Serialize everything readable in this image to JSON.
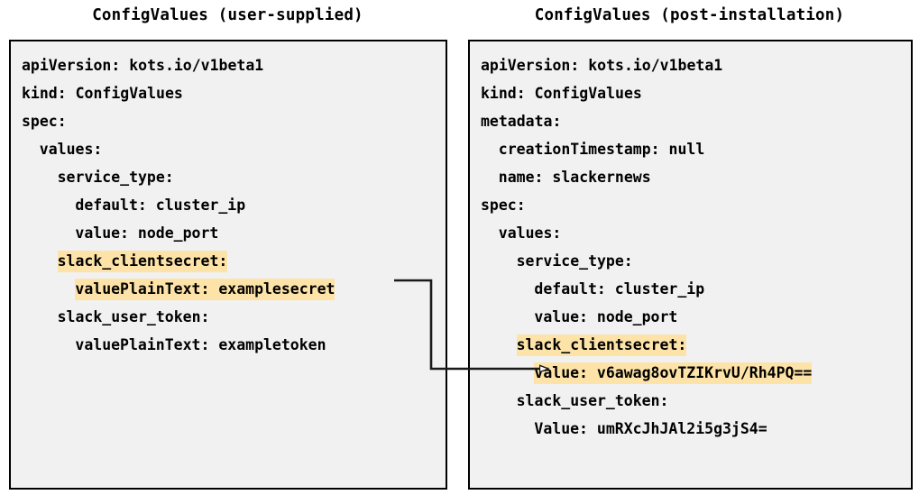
{
  "panels": [
    {
      "id": "user-supplied",
      "title": "ConfigValues (user-supplied)",
      "lines": [
        {
          "indent": 0,
          "text": "apiVersion: kots.io/v1beta1",
          "highlight": false
        },
        {
          "indent": 0,
          "text": "kind: ConfigValues",
          "highlight": false
        },
        {
          "indent": 0,
          "text": "spec:",
          "highlight": false
        },
        {
          "indent": 1,
          "text": "values:",
          "highlight": false
        },
        {
          "indent": 2,
          "text": "service_type:",
          "highlight": false
        },
        {
          "indent": 3,
          "text": "default: cluster_ip",
          "highlight": false
        },
        {
          "indent": 3,
          "text": "value: node_port",
          "highlight": false
        },
        {
          "indent": 2,
          "text": "slack_clientsecret:",
          "highlight": true
        },
        {
          "indent": 3,
          "text": "valuePlainText: examplesecret",
          "highlight": true
        },
        {
          "indent": 2,
          "text": "slack_user_token:",
          "highlight": false
        },
        {
          "indent": 3,
          "text": "valuePlainText: exampletoken",
          "highlight": false
        }
      ]
    },
    {
      "id": "post-installation",
      "title": "ConfigValues (post-installation)",
      "lines": [
        {
          "indent": 0,
          "text": "apiVersion: kots.io/v1beta1",
          "highlight": false
        },
        {
          "indent": 0,
          "text": "kind: ConfigValues",
          "highlight": false
        },
        {
          "indent": 0,
          "text": "metadata:",
          "highlight": false
        },
        {
          "indent": 1,
          "text": "creationTimestamp: null",
          "highlight": false
        },
        {
          "indent": 1,
          "text": "name: slackernews",
          "highlight": false
        },
        {
          "indent": 0,
          "text": "spec:",
          "highlight": false
        },
        {
          "indent": 1,
          "text": "values:",
          "highlight": false
        },
        {
          "indent": 2,
          "text": "service_type:",
          "highlight": false
        },
        {
          "indent": 3,
          "text": "default: cluster_ip",
          "highlight": false
        },
        {
          "indent": 3,
          "text": "value: node_port",
          "highlight": false
        },
        {
          "indent": 2,
          "text": "slack_clientsecret:",
          "highlight": true
        },
        {
          "indent": 3,
          "text": "value: v6awag8ovTZIKrvU/Rh4PQ==",
          "highlight": true
        },
        {
          "indent": 2,
          "text": "slack_user_token:",
          "highlight": false
        },
        {
          "indent": 3,
          "text": "Value: umRXcJhJAl2i5g3jS4=",
          "highlight": false
        }
      ]
    }
  ],
  "connector": {
    "name": "secret-transform-arrow",
    "from_line": "valuePlainText: examplesecret",
    "to_line": "value: v6awag8ovTZIKrvU/Rh4PQ==",
    "color": "#1a1a1a"
  },
  "colors": {
    "highlight": "#fde3a7",
    "box_background": "#f1f1f1",
    "box_border": "#000000",
    "text": "#000000",
    "page_background": "#ffffff"
  }
}
